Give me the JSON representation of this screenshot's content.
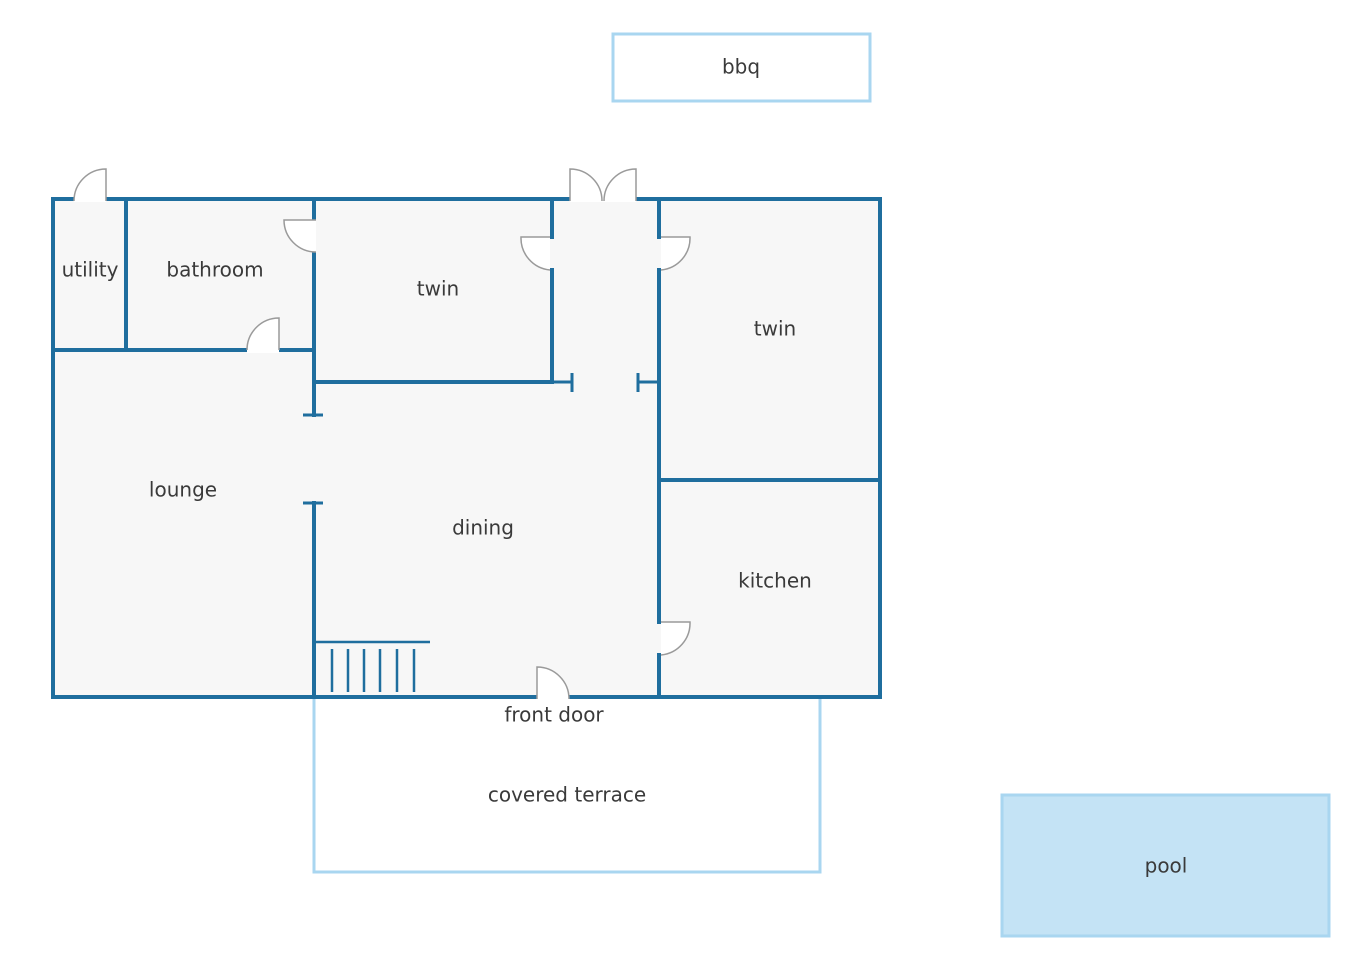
{
  "colors": {
    "wall": "#1f6e9e",
    "floor": "#f7f7f7",
    "outline": "#a9d6f0",
    "pool_fill": "#c4e3f5",
    "door_arc": "#9a9a9a",
    "text": "#3a3a3a"
  },
  "rooms": {
    "utility": "utility",
    "bathroom": "bathroom",
    "twin_left": "twin",
    "twin_right": "twin",
    "lounge": "lounge",
    "dining": "dining",
    "kitchen": "kitchen"
  },
  "outdoor": {
    "bbq": "bbq",
    "front_door": "front door",
    "covered_terrace": "covered terrace",
    "pool": "pool"
  }
}
